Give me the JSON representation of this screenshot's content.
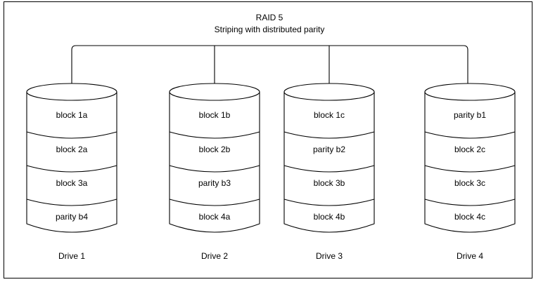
{
  "diagram": {
    "title": "RAID 5",
    "subtitle": "Striping with distributed parity",
    "border_color": "#000000",
    "line_color": "#000000",
    "background_color": "#ffffff",
    "text_color": "#000000"
  },
  "drives": [
    {
      "label": "Drive 1",
      "blocks": [
        {
          "text": "block 1a",
          "kind": "data"
        },
        {
          "text": "block 2a",
          "kind": "data"
        },
        {
          "text": "block 3a",
          "kind": "data"
        },
        {
          "text": "parity b4",
          "kind": "parity"
        }
      ]
    },
    {
      "label": "Drive 2",
      "blocks": [
        {
          "text": "block 1b",
          "kind": "data"
        },
        {
          "text": "block 2b",
          "kind": "data"
        },
        {
          "text": "parity b3",
          "kind": "parity"
        },
        {
          "text": "block 4a",
          "kind": "data"
        }
      ]
    },
    {
      "label": "Drive 3",
      "blocks": [
        {
          "text": "block 1c",
          "kind": "data"
        },
        {
          "text": "parity b2",
          "kind": "parity"
        },
        {
          "text": "block 3b",
          "kind": "data"
        },
        {
          "text": "block 4b",
          "kind": "data"
        }
      ]
    },
    {
      "label": "Drive 4",
      "blocks": [
        {
          "text": "parity b1",
          "kind": "parity"
        },
        {
          "text": "block 2c",
          "kind": "data"
        },
        {
          "text": "block 3c",
          "kind": "data"
        },
        {
          "text": "block 4c",
          "kind": "data"
        }
      ]
    }
  ]
}
